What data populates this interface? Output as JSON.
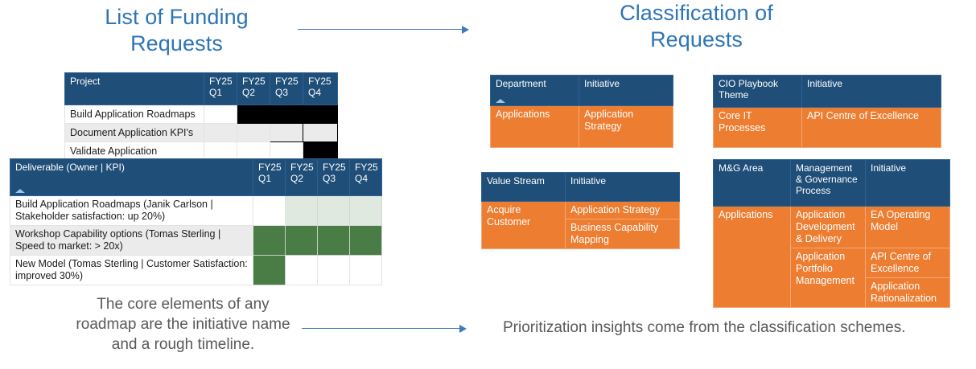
{
  "headings": {
    "left": "List of Funding Requests",
    "right": "Classification of Requests"
  },
  "captions": {
    "left": "The core elements of any roadmap are the initiative name and a rough timeline.",
    "right": "Prioritization insights come from the classification schemes."
  },
  "colors": {
    "heading_blue": "#2e75b6",
    "header_navy": "#1f4e79",
    "accent_orange": "#ed7d31",
    "timeline_green": "#4a7c45",
    "timeline_green_light": "#dfe9e0",
    "timeline_black": "#000000",
    "arrow_blue": "#3e7bbd",
    "caption_gray": "#595959"
  },
  "project_table": {
    "headers": [
      "Project",
      "FY25 Q1",
      "FY25 Q2",
      "FY25 Q3",
      "FY25 Q4"
    ],
    "rows": [
      {
        "name": "Build Application Roadmaps",
        "cells": [
          "",
          "fill",
          "fill",
          "fill"
        ]
      },
      {
        "name": "Document Application KPI's",
        "cells": [
          "",
          "",
          "fill",
          "fill"
        ]
      },
      {
        "name": "Validate Application Roadmaps",
        "cells": [
          "",
          "",
          "",
          "fill"
        ]
      }
    ]
  },
  "deliverable_table": {
    "headers": [
      "Deliverable (Owner | KPI)",
      "FY25 Q1",
      "FY25 Q2",
      "FY25 Q3",
      "FY25 Q4"
    ],
    "rows": [
      {
        "name": "Build Application Roadmaps (Janik Carlson | Stakeholder satisfaction: up 20%)",
        "cells": [
          "",
          "light",
          "light",
          "light"
        ]
      },
      {
        "name": "Workshop Capability options (Tomas Sterling | Speed to market: > 20x)",
        "cells": [
          "dark",
          "dark",
          "dark",
          "dark"
        ]
      },
      {
        "name": "New Model (Tomas Sterling | Customer Satisfaction: improved 30%)",
        "cells": [
          "dark",
          "",
          "",
          ""
        ]
      }
    ]
  },
  "department_table": {
    "headers": [
      "Department",
      "Initiative"
    ],
    "rows": [
      {
        "c1": "Applications",
        "c2": "Application Strategy"
      }
    ]
  },
  "value_stream_table": {
    "headers": [
      "Value Stream",
      "Initiative"
    ],
    "rows": [
      {
        "c1": "Acquire Customer",
        "c2": "Application Strategy"
      },
      {
        "c1": "",
        "c2": "Business Capability Mapping"
      }
    ]
  },
  "cio_playbook_table": {
    "headers": [
      "CIO Playbook Theme",
      "Initiative"
    ],
    "rows": [
      {
        "c1": "Core IT Processes",
        "c2": "API Centre of Excellence"
      }
    ]
  },
  "mg_area_table": {
    "headers": [
      "M&G Area",
      "Management & Governance Process",
      "Initiative"
    ],
    "rows": [
      {
        "c1": "Applications",
        "c2": "Application Development & Delivery",
        "c3": "EA Operating Model"
      },
      {
        "c1": "",
        "c2": "Application Portfolio Management",
        "c3": "API Centre of Excellence"
      },
      {
        "c1": "",
        "c2": "",
        "c3": "Application Rationalization"
      }
    ]
  }
}
